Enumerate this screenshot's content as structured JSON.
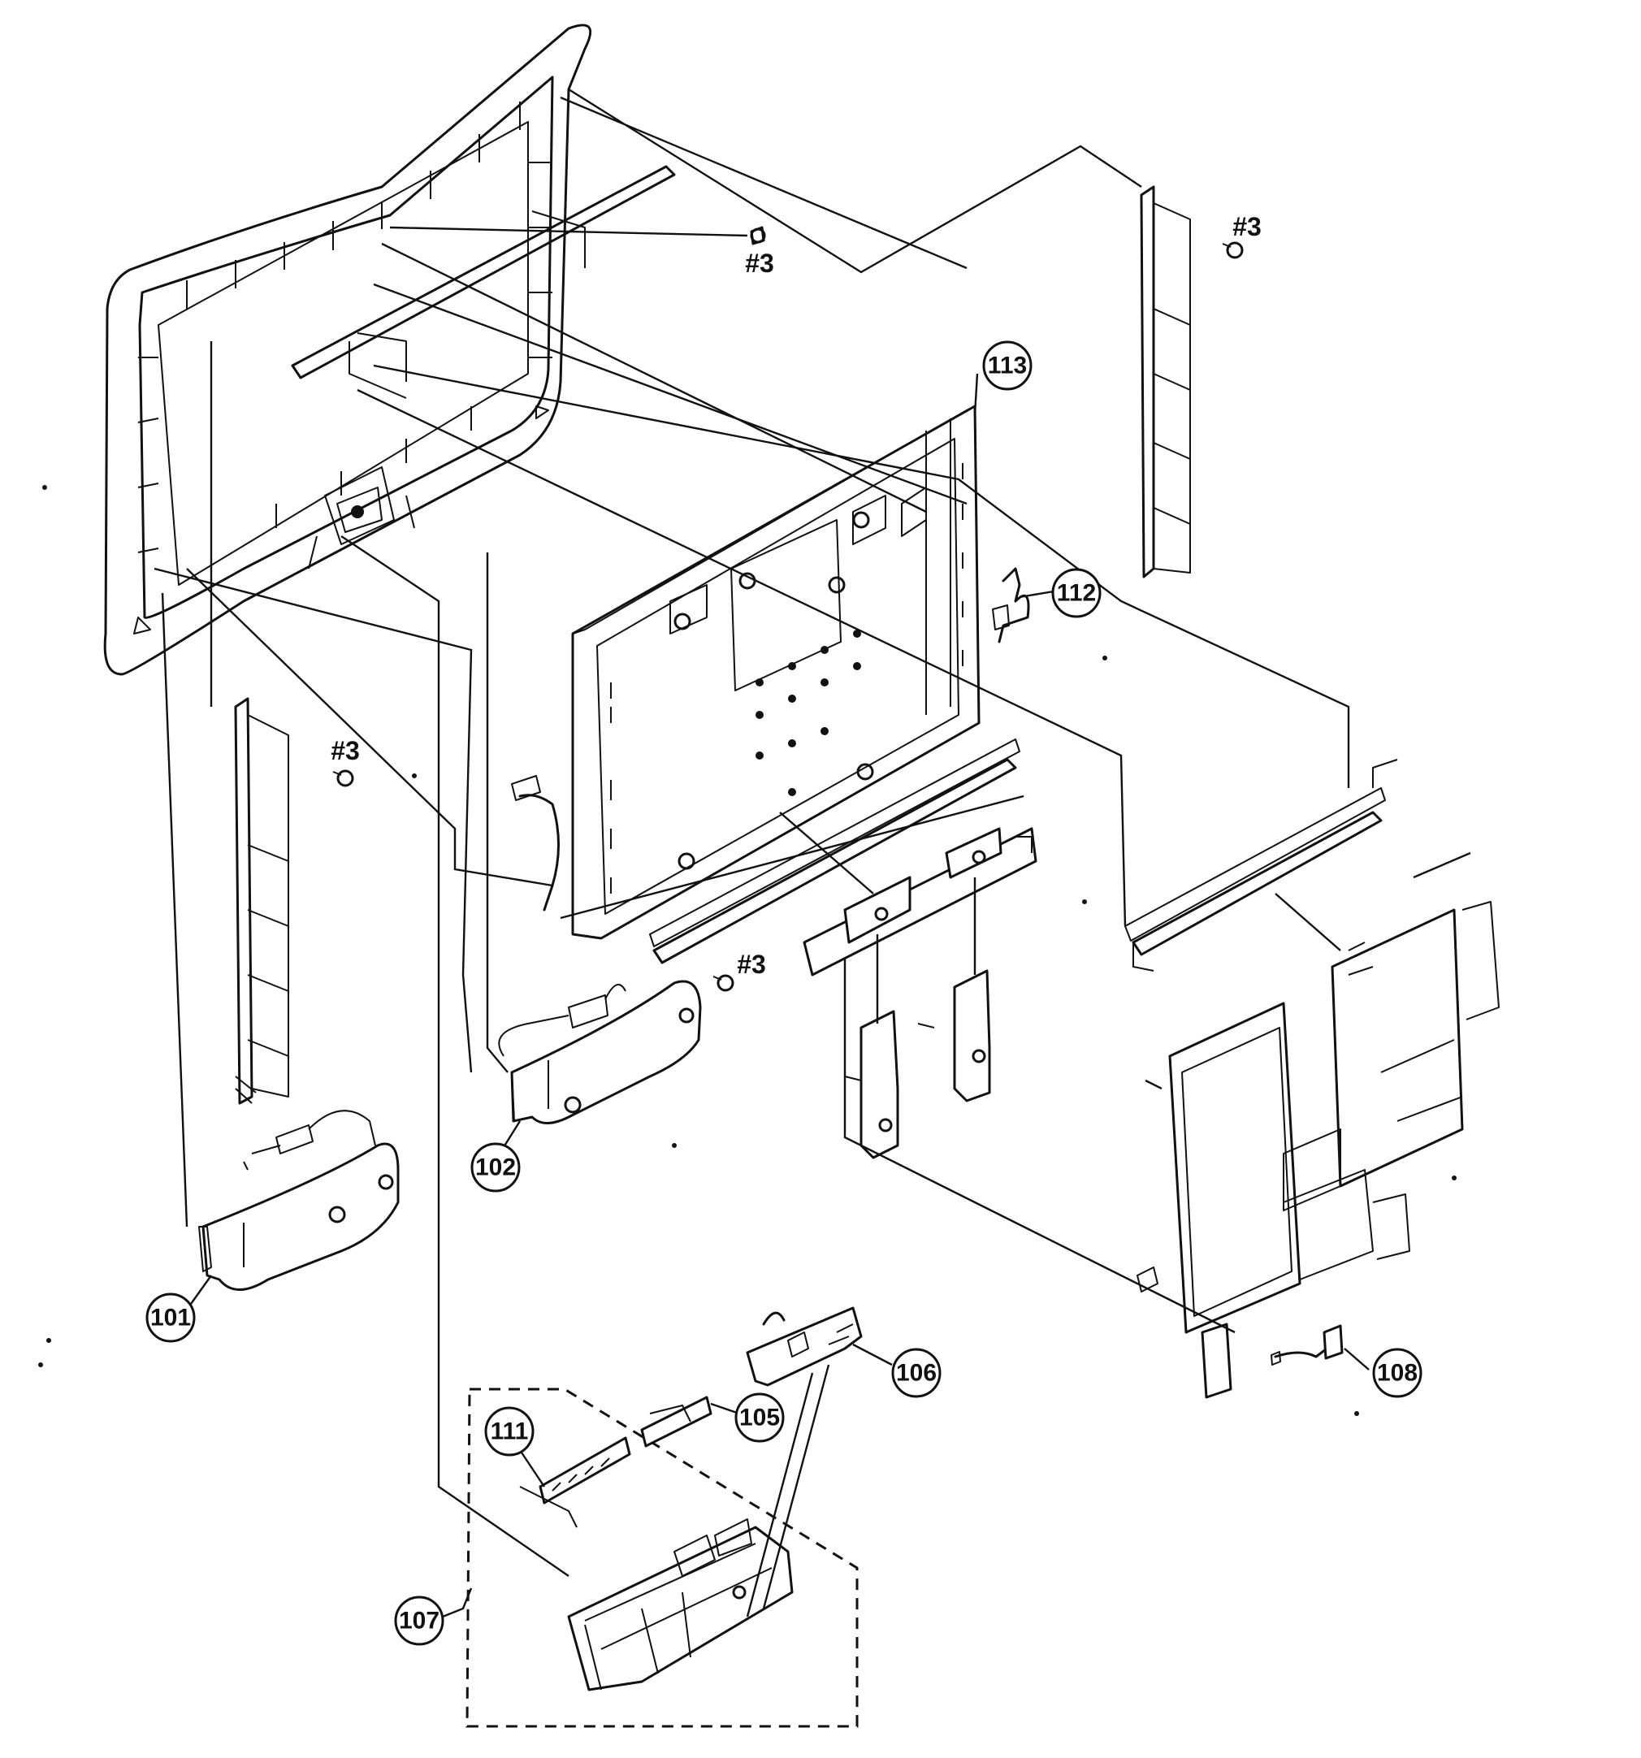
{
  "callouts": {
    "c101": "101",
    "c102": "102",
    "c105": "105",
    "c106": "106",
    "c107": "107",
    "c108": "108",
    "c111": "111",
    "c112": "112",
    "c113": "113"
  },
  "screws": {
    "s1": "#3",
    "s2": "#3",
    "s3": "#3",
    "s4": "#3"
  }
}
